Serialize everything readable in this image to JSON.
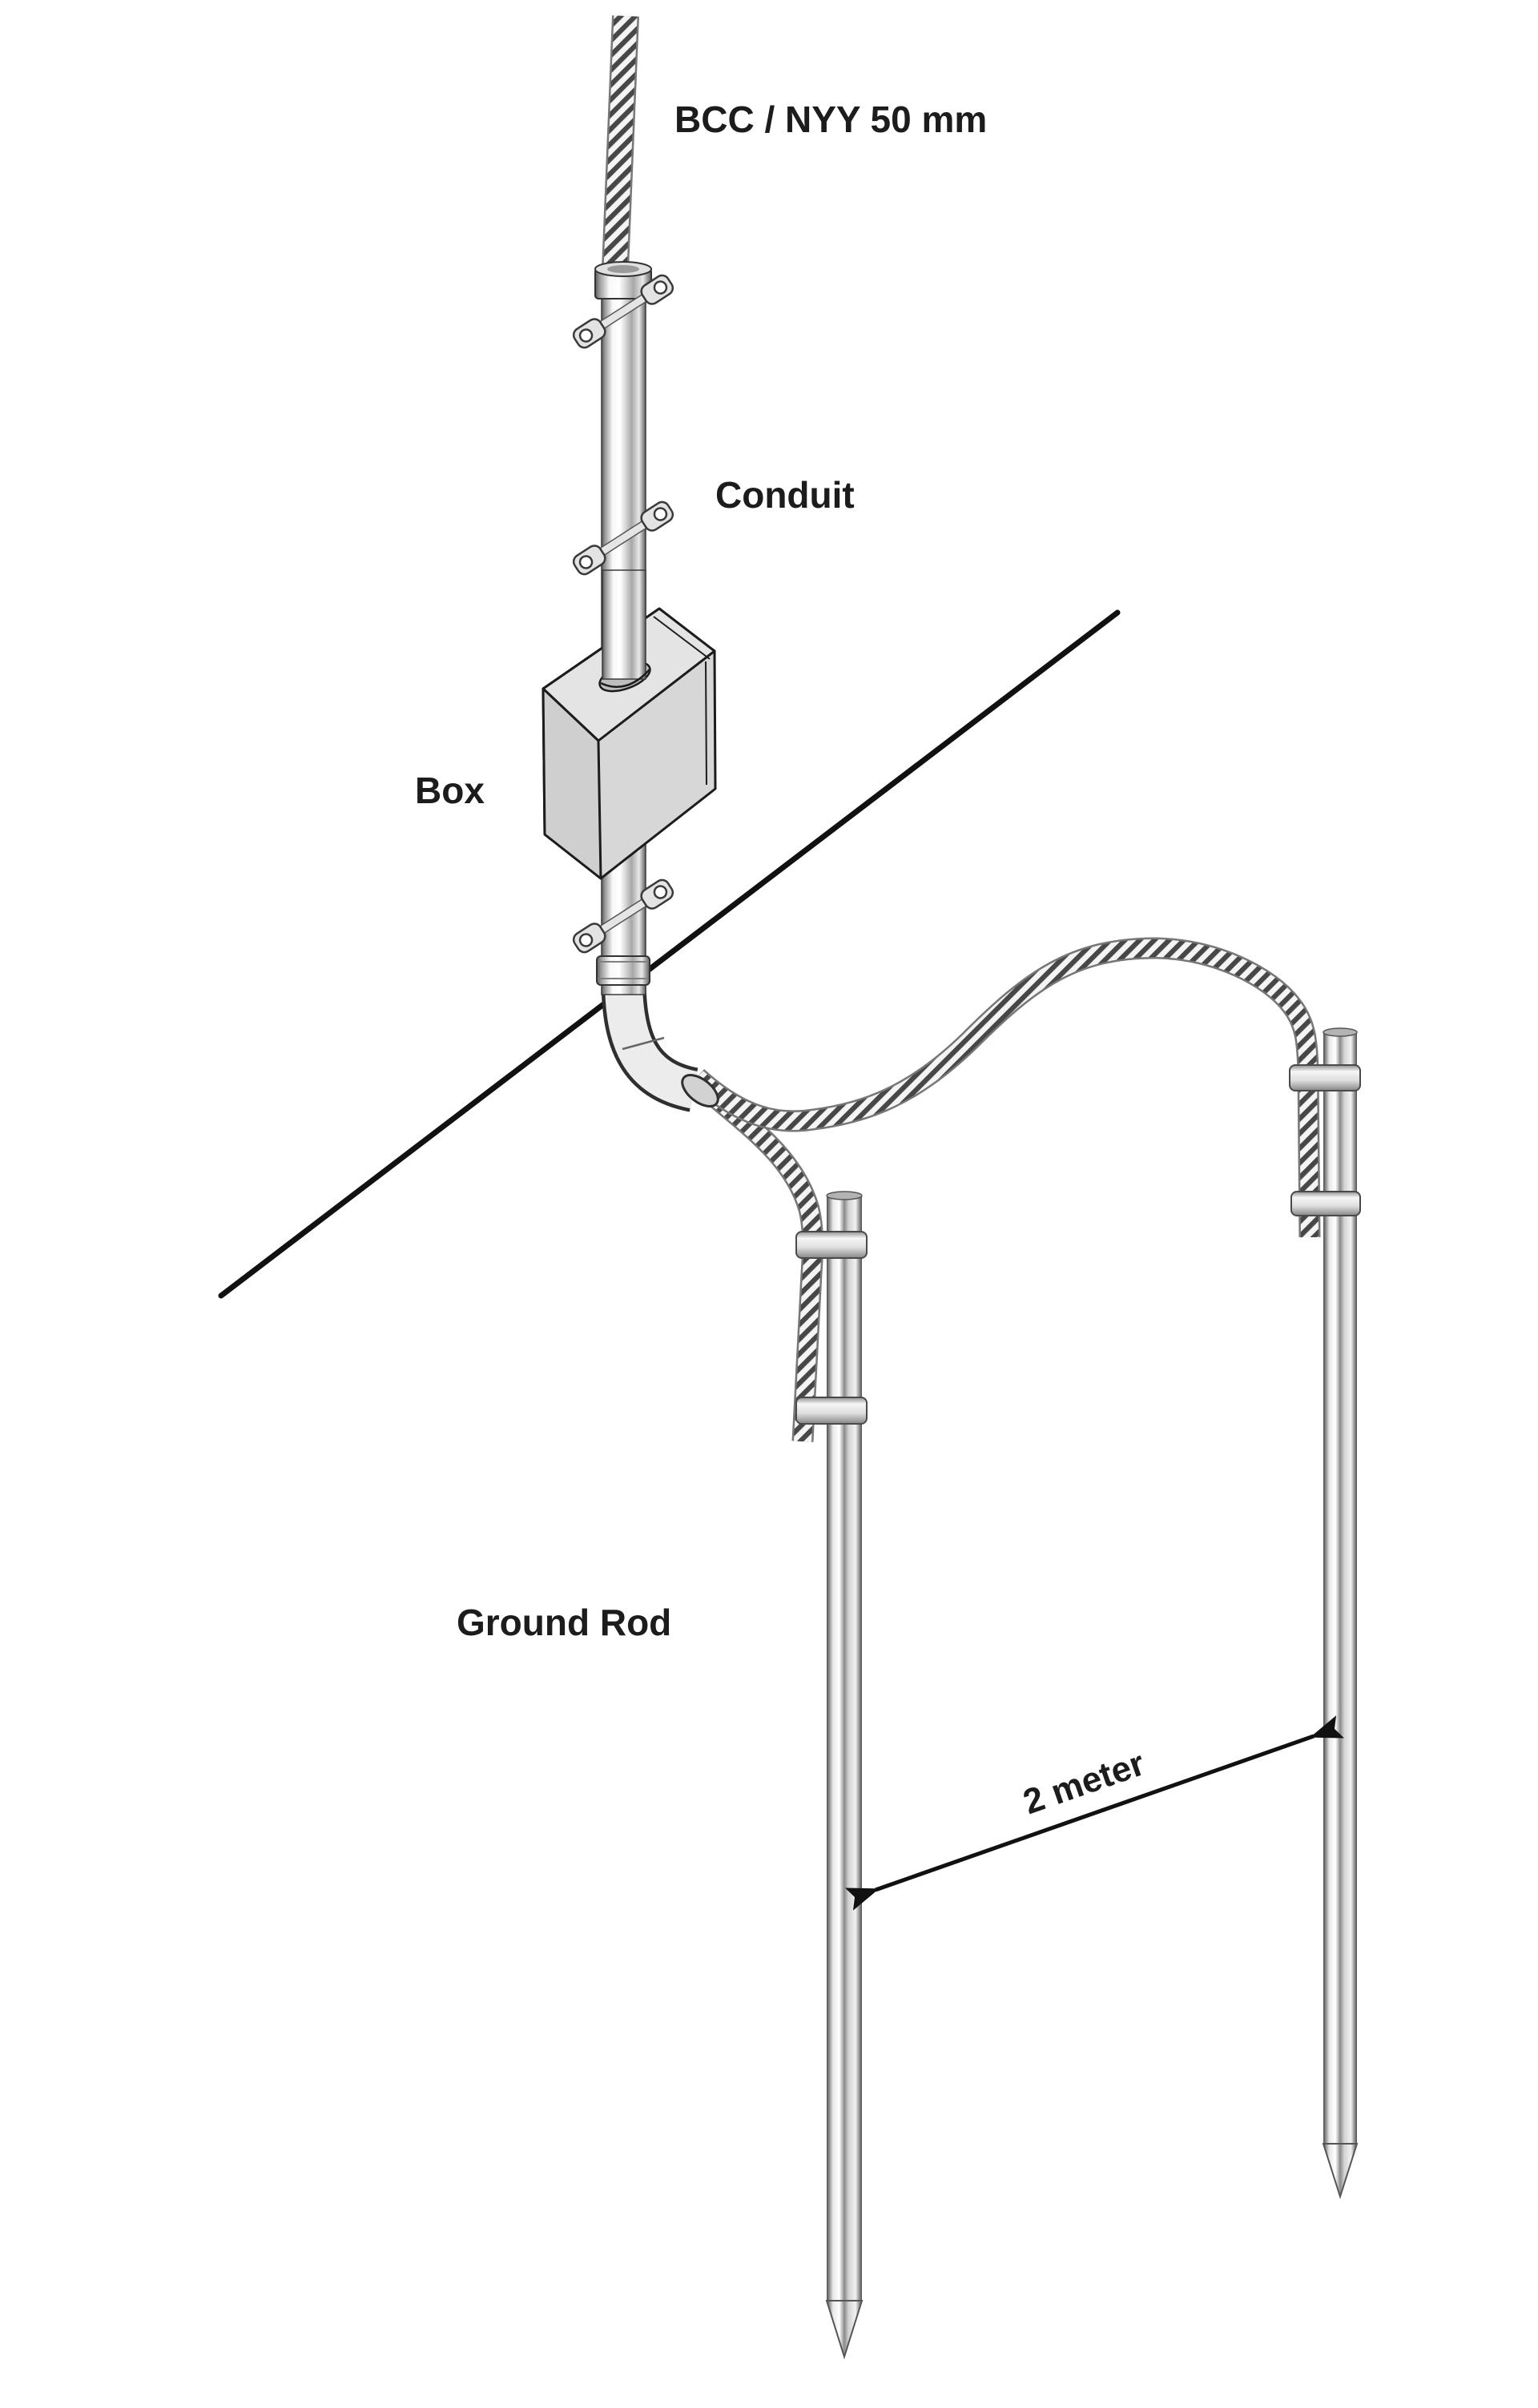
{
  "page": {
    "background": "#ffffff"
  },
  "diagram": {
    "type": "electrical-grounding-installation",
    "labels": {
      "cable": "BCC / NYY 50 mm",
      "conduit": "Conduit",
      "box": "Box",
      "ground_rod": "Ground Rod",
      "distance": "2 meter"
    },
    "palette": {
      "outline": "#1c1c1c",
      "ground_line": "#111111",
      "box_fill": "#d7d7d7",
      "box_top_fill": "#e4e4e4",
      "box_front_fill": "#cfcfcf",
      "metal_light": "#ececec",
      "metal_dark": "#4f4f4f",
      "braid_stripe": "#474747",
      "braid_base": "#f4f4f4",
      "clamp_fill": "#e3e3e3"
    }
  }
}
